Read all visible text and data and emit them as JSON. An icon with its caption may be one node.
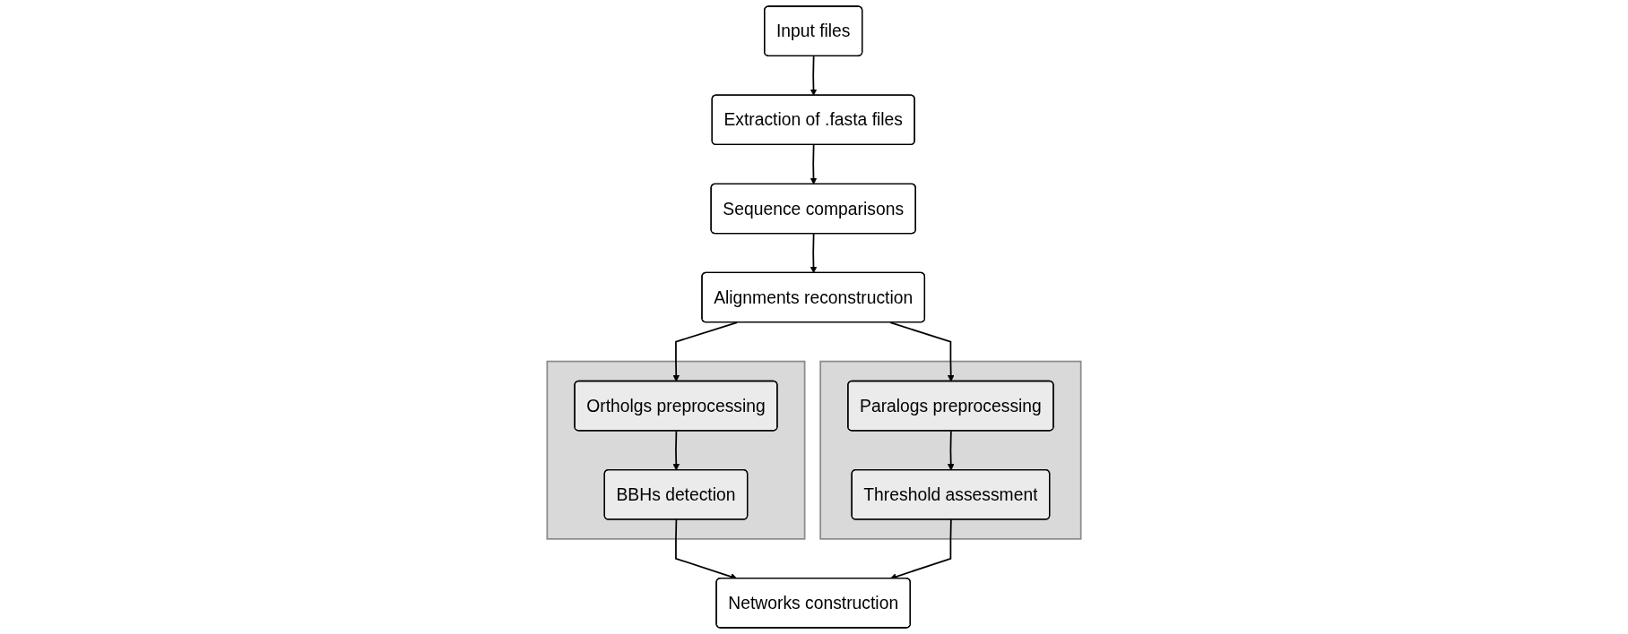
{
  "diagram": {
    "nodes": [
      {
        "text": [
          "Input files"
        ]
      },
      {
        "text": [
          "Extraction of .fasta files"
        ]
      },
      {
        "text": [
          "Sequence comparisons"
        ]
      },
      {
        "text": [
          "Alignments reconstruction"
        ]
      },
      {
        "text": [],
        "shape": "box"
      },
      {
        "text": [
          "Ortholgs preprocessing"
        ],
        "in": 4
      },
      {
        "text": [
          "BBHs detection"
        ],
        "in": 4
      },
      {
        "text": [],
        "shape": "box"
      },
      {
        "text": [
          "Paralogs preprocessing"
        ],
        "in": 7
      },
      {
        "text": [
          "Threshold assessment"
        ],
        "in": 7
      },
      {
        "text": [
          "Networks construction"
        ]
      }
    ],
    "edges": [
      {
        "from": 0,
        "to": 1,
        "arrow": "to"
      },
      {
        "from": 1,
        "to": 2,
        "arrow": "to"
      },
      {
        "from": 2,
        "to": 3,
        "arrow": "to"
      },
      {
        "from": 3,
        "to": 5,
        "arrow": "to"
      },
      {
        "from": 3,
        "to": 8,
        "arrow": "to"
      },
      {
        "from": 5,
        "to": 6,
        "arrow": "to"
      },
      {
        "from": 8,
        "to": 9,
        "arrow": "to"
      },
      {
        "from": 6,
        "to": 10,
        "arrow": "to"
      },
      {
        "from": 9,
        "to": 10,
        "arrow": "to"
      }
    ]
  }
}
